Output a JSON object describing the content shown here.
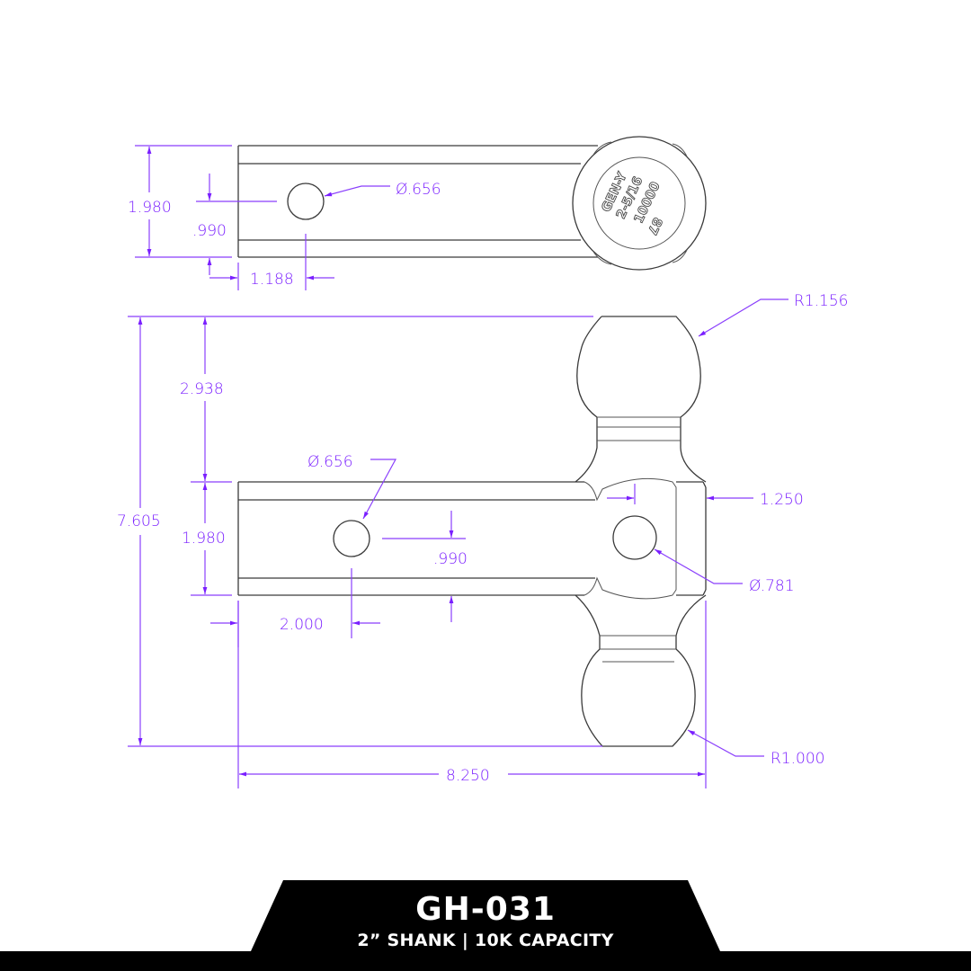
{
  "drawing": {
    "colors": {
      "dimension": "#7a1fff",
      "part_outline": "#3a3a3a",
      "banner": "#000000",
      "banner_text": "#ffffff"
    },
    "top_view": {
      "dims": {
        "height": "1.980",
        "hole_center_height": ".990",
        "hole_offset": "1.188",
        "hole_diameter": "Ø.656"
      },
      "ball_stamp": {
        "brand": "GEN-Y",
        "size": "2-5/16",
        "capacity": "10000",
        "mark": "87"
      }
    },
    "side_view": {
      "dims": {
        "overall_height": "7.605",
        "upper_ball_offset": "2.938",
        "shank_height": "1.980",
        "hole_diameter": "Ø.656",
        "hole_center_height": ".990",
        "hole_offset": "2.000",
        "mount_width": "1.250",
        "pin_hole_diameter": "Ø.781",
        "upper_ball_radius": "R1.156",
        "lower_ball_radius": "R1.000",
        "overall_length": "8.250"
      }
    }
  },
  "banner": {
    "model": "GH-031",
    "subtitle": "2” SHANK | 10K CAPACITY"
  }
}
